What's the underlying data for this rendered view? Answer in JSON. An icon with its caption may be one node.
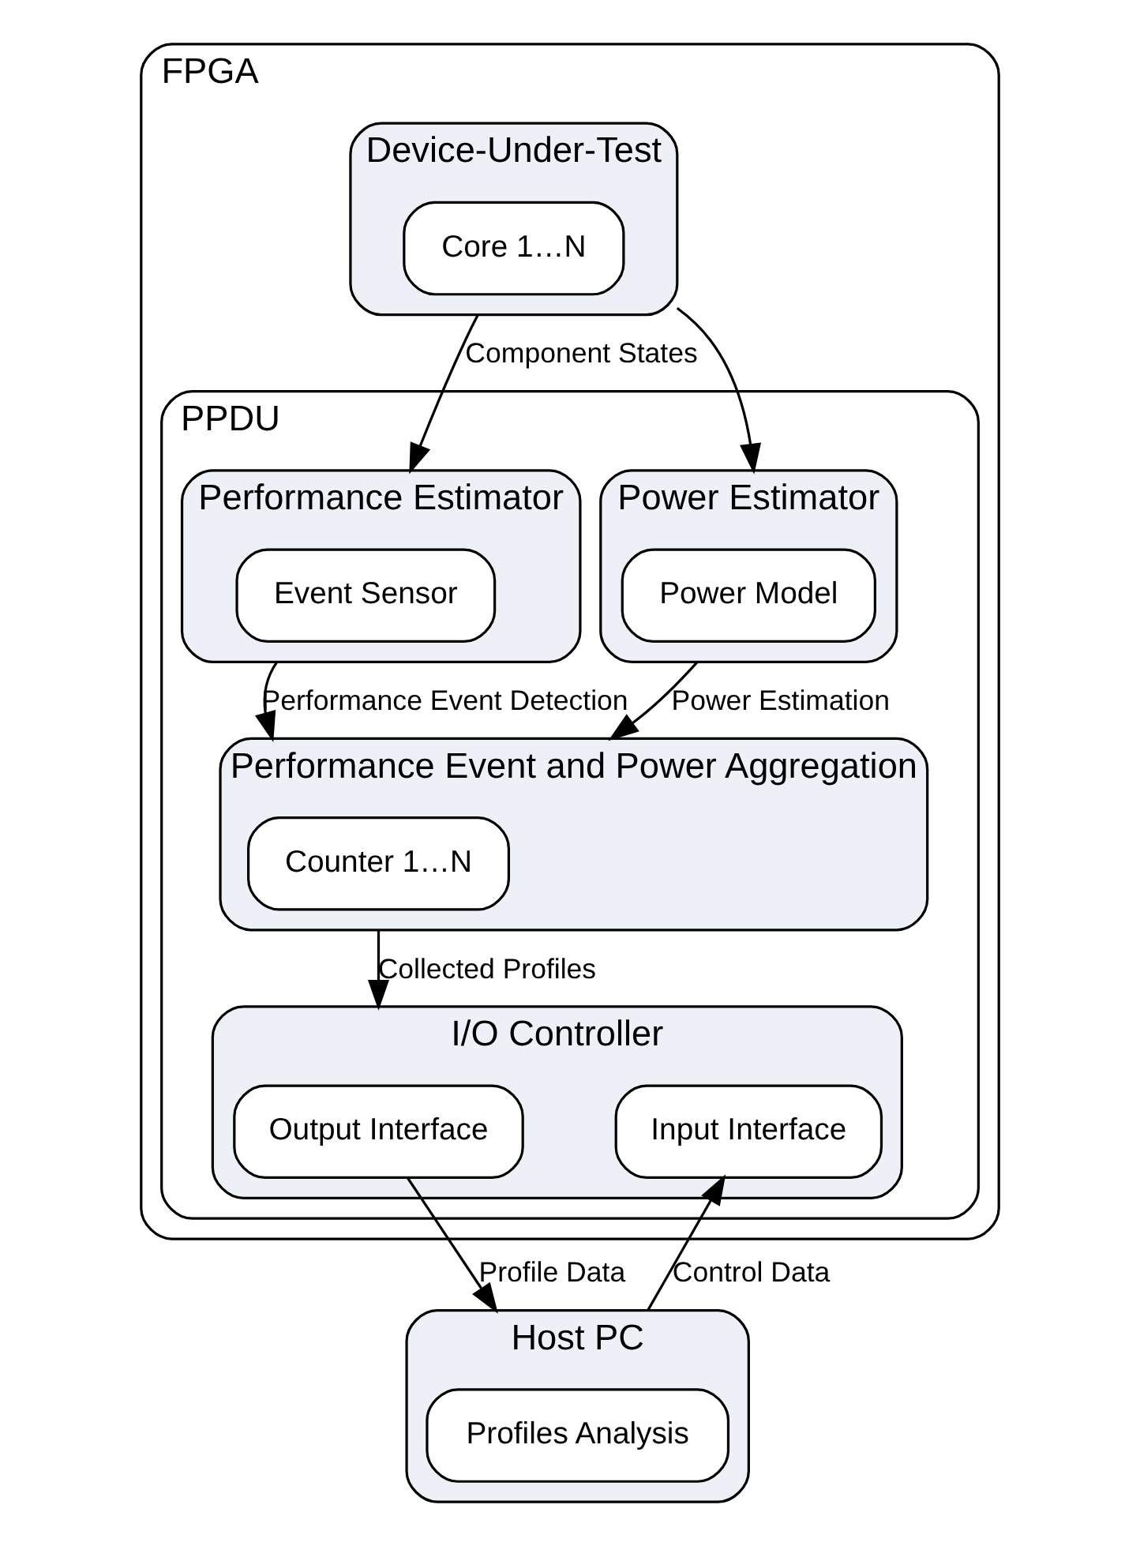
{
  "diagram": {
    "nodes": [
      {
        "text": [
          "FPGA"
        ]
      },
      {
        "text": [
          "Device-Under-Test"
        ],
        "in": 0
      },
      {
        "text": [
          "Core 1…N"
        ],
        "in": 1
      },
      {
        "text": [
          "PPDU"
        ],
        "in": 0
      },
      {
        "text": [
          "Performance Estimator"
        ],
        "in": 3
      },
      {
        "text": [
          "Event Sensor"
        ],
        "in": 4
      },
      {
        "text": [
          "Power Estimator"
        ],
        "in": 3
      },
      {
        "text": [
          "Power Model"
        ],
        "in": 6
      },
      {
        "text": [
          "Performance Event and Power Aggregation"
        ],
        "in": 3
      },
      {
        "text": [
          "Counter 1…N"
        ],
        "in": 8
      },
      {
        "text": [
          "I/O Controller"
        ],
        "in": 3
      },
      {
        "text": [
          "Output Interface"
        ],
        "in": 10
      },
      {
        "text": [
          "Input Interface"
        ],
        "in": 10
      },
      {
        "text": [
          "Host PC"
        ]
      },
      {
        "text": [
          "Profiles Analysis"
        ],
        "in": 13
      }
    ],
    "edges": [
      {
        "from": 1,
        "to": 4,
        "arrow": "to",
        "label": "Component States"
      },
      {
        "from": 1,
        "to": 6,
        "arrow": "to"
      },
      {
        "from": 4,
        "to": 8,
        "arrow": "to",
        "label": "Performance Event Detection"
      },
      {
        "from": 6,
        "to": 8,
        "arrow": "to",
        "label": "Power Estimation"
      },
      {
        "from": 8,
        "to": 10,
        "arrow": "to",
        "label": "Collected Profiles"
      },
      {
        "from": 11,
        "to": 13,
        "arrow": "to",
        "label": "Profile Data"
      },
      {
        "from": 13,
        "to": 12,
        "arrow": "to",
        "label": "Control Data"
      }
    ]
  }
}
